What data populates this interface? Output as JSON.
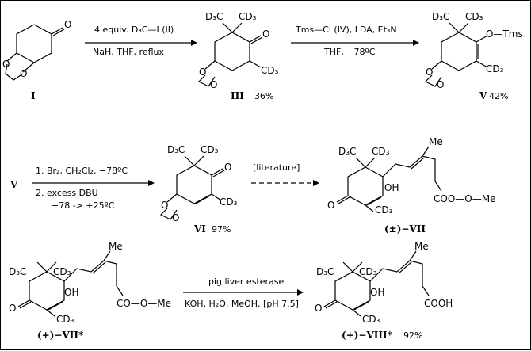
{
  "labels": {
    "I": "I",
    "III": "III",
    "V": "V",
    "V_start": "V",
    "VI": "VI",
    "VII": "(±)−VII",
    "VII_star": "(+)−VII*",
    "VIII_star": "(+)−VIII*"
  },
  "yields": {
    "III": "36%",
    "V": "42%",
    "VI": "97%",
    "VIII": "92%"
  },
  "conditions": {
    "step1_top": "4 equiv.  D₃C—I  (II)",
    "step1_bottom": "NaH, THF, reflux",
    "step2_top": "Tms—Cl  (IV), LDA, Et₃N",
    "step2_bottom": "THF, −78ºC",
    "step3_line1": "1. Br₂, CH₂Cl₂, −78ºC",
    "step3_line2": "2. excess DBU",
    "step3_line3": "−78 -> +25ºC",
    "step4_top": "[literature]",
    "step5_top": "pig liver esterase",
    "step5_bottom": "KOH, H₂O, MeOH, [pH 7.5]"
  },
  "atoms": {
    "O": "O",
    "CD3": "CD₃",
    "D3C": "D₃C",
    "OTms": "O—Tms",
    "OH": "OH",
    "Me": "Me",
    "ester": "COO—O—Me",
    "ester_plus": "CO—O—Me",
    "acid": "COOH"
  }
}
